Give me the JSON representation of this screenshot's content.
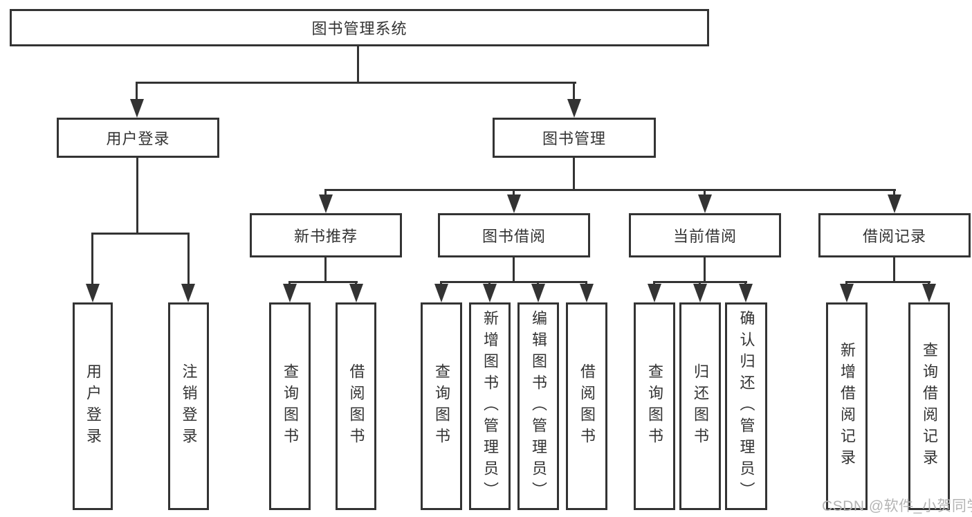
{
  "colors": {
    "line": "#333333",
    "box_border": "#333333",
    "text": "#333333",
    "background": "#ffffff",
    "watermark": "#b4b4b4"
  },
  "tree": {
    "root": {
      "label": "图书管理系统"
    },
    "children": [
      {
        "label": "用户登录",
        "children": [
          {
            "label": "用户登录"
          },
          {
            "label": "注销登录"
          }
        ]
      },
      {
        "label": "图书管理",
        "children": [
          {
            "label": "新书推荐",
            "children": [
              {
                "label": "查询图书"
              },
              {
                "label": "借阅图书"
              }
            ]
          },
          {
            "label": "图书借阅",
            "children": [
              {
                "label": "查询图书"
              },
              {
                "label": "新增图书（管理员）"
              },
              {
                "label": "编辑图书（管理员）"
              },
              {
                "label": "借阅图书"
              }
            ]
          },
          {
            "label": "当前借阅",
            "children": [
              {
                "label": "查询图书"
              },
              {
                "label": "归还图书"
              },
              {
                "label": "确认归还（管理员）"
              }
            ]
          },
          {
            "label": "借阅记录",
            "children": [
              {
                "label": "新增借阅记录"
              },
              {
                "label": "查询借阅记录"
              }
            ]
          }
        ]
      }
    ]
  },
  "watermark": {
    "text": "CSDN @软件_小贺同学"
  }
}
